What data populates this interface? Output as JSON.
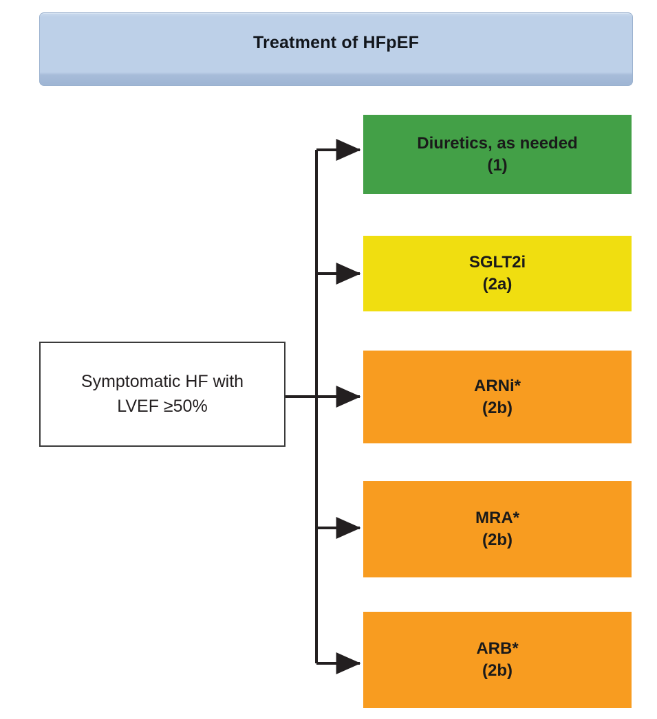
{
  "header": {
    "title": "Treatment of HFpEF",
    "fill_color": "#bdd0e8",
    "border_color": "#9bb2cf"
  },
  "decision": {
    "label": "Symptomatic HF with\nLVEF ≥50%",
    "fill_color": "#ffffff",
    "border_color": "#3a3a3a"
  },
  "colors": {
    "green": "#43a047",
    "yellow": "#f0de10",
    "orange": "#f89c20",
    "connector": "#231f20",
    "text_dark": "#1a1a1a"
  },
  "outcomes": [
    {
      "name": "diuretics",
      "label": "Diuretics, as needed\n(1)",
      "therapy": "Diuretics, as needed",
      "recommendation_class": "1",
      "color": "#43a047"
    },
    {
      "name": "sglt2i",
      "label": "SGLT2i\n(2a)",
      "therapy": "SGLT2i",
      "recommendation_class": "2a",
      "color": "#f0de10"
    },
    {
      "name": "arni",
      "label": "ARNi*\n(2b)",
      "therapy": "ARNi*",
      "recommendation_class": "2b",
      "color": "#f89c20"
    },
    {
      "name": "mra",
      "label": "MRA*\n(2b)",
      "therapy": "MRA*",
      "recommendation_class": "2b",
      "color": "#f89c20"
    },
    {
      "name": "arb",
      "label": "ARB*\n(2b)",
      "therapy": "ARB*",
      "recommendation_class": "2b",
      "color": "#f89c20"
    }
  ]
}
